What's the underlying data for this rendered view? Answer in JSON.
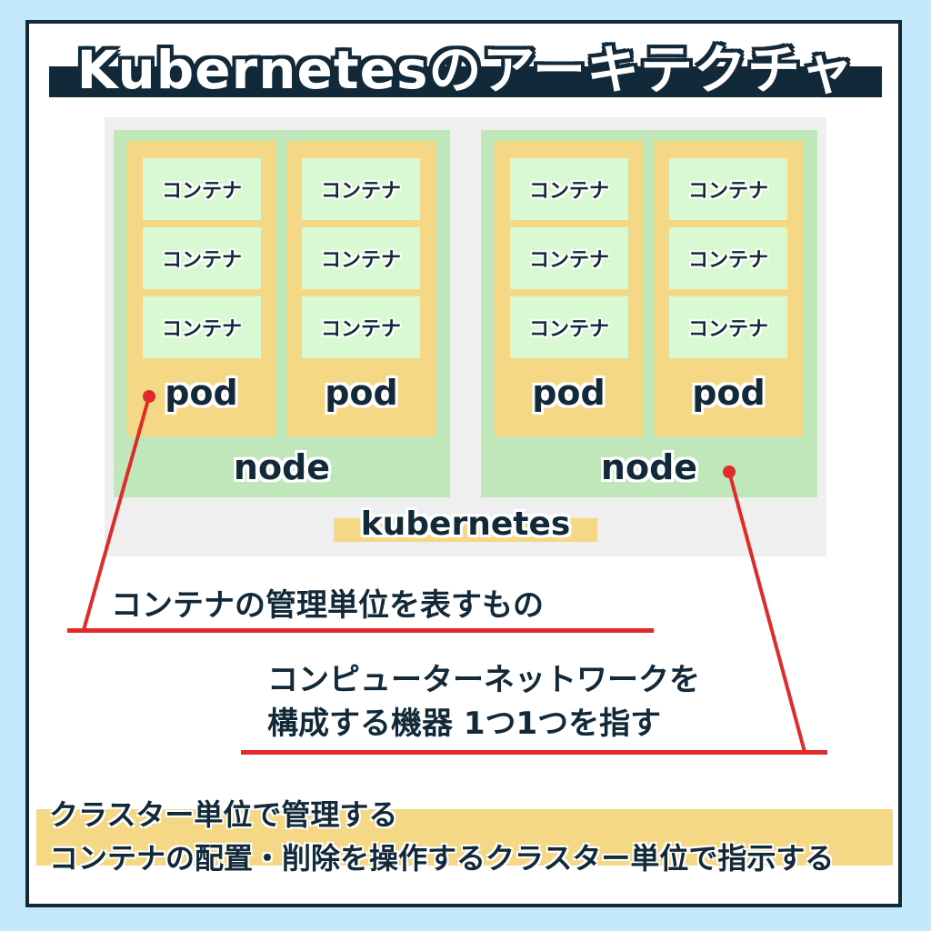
{
  "title": "Kubernetesのアーキテクチャ",
  "colors": {
    "background": "#c4e8fb",
    "frame_border": "#12293a",
    "cluster_bg": "#efefef",
    "node_bg": "#bfe7ba",
    "pod_bg": "#f5d885",
    "container_bg": "#d9f9d2",
    "callout_red": "#e02b2b",
    "text_dark": "#12293a"
  },
  "cluster": {
    "label": "kubernetes",
    "nodes": [
      {
        "label": "node",
        "pods": [
          {
            "label": "pod",
            "containers": [
              "コンテナ",
              "コンテナ",
              "コンテナ"
            ]
          },
          {
            "label": "pod",
            "containers": [
              "コンテナ",
              "コンテナ",
              "コンテナ"
            ]
          }
        ]
      },
      {
        "label": "node",
        "pods": [
          {
            "label": "pod",
            "containers": [
              "コンテナ",
              "コンテナ",
              "コンテナ"
            ]
          },
          {
            "label": "pod",
            "containers": [
              "コンテナ",
              "コンテナ",
              "コンテナ"
            ]
          }
        ]
      }
    ]
  },
  "callouts": {
    "pod": "コンテナの管理単位を表すもの",
    "node_line1": "コンピューターネットワークを",
    "node_line2": "構成する機器 1つ1つを指す"
  },
  "bottom": {
    "line1": "クラスター単位で管理する",
    "line2": "コンテナの配置・削除を操作するクラスター単位で指示する"
  }
}
